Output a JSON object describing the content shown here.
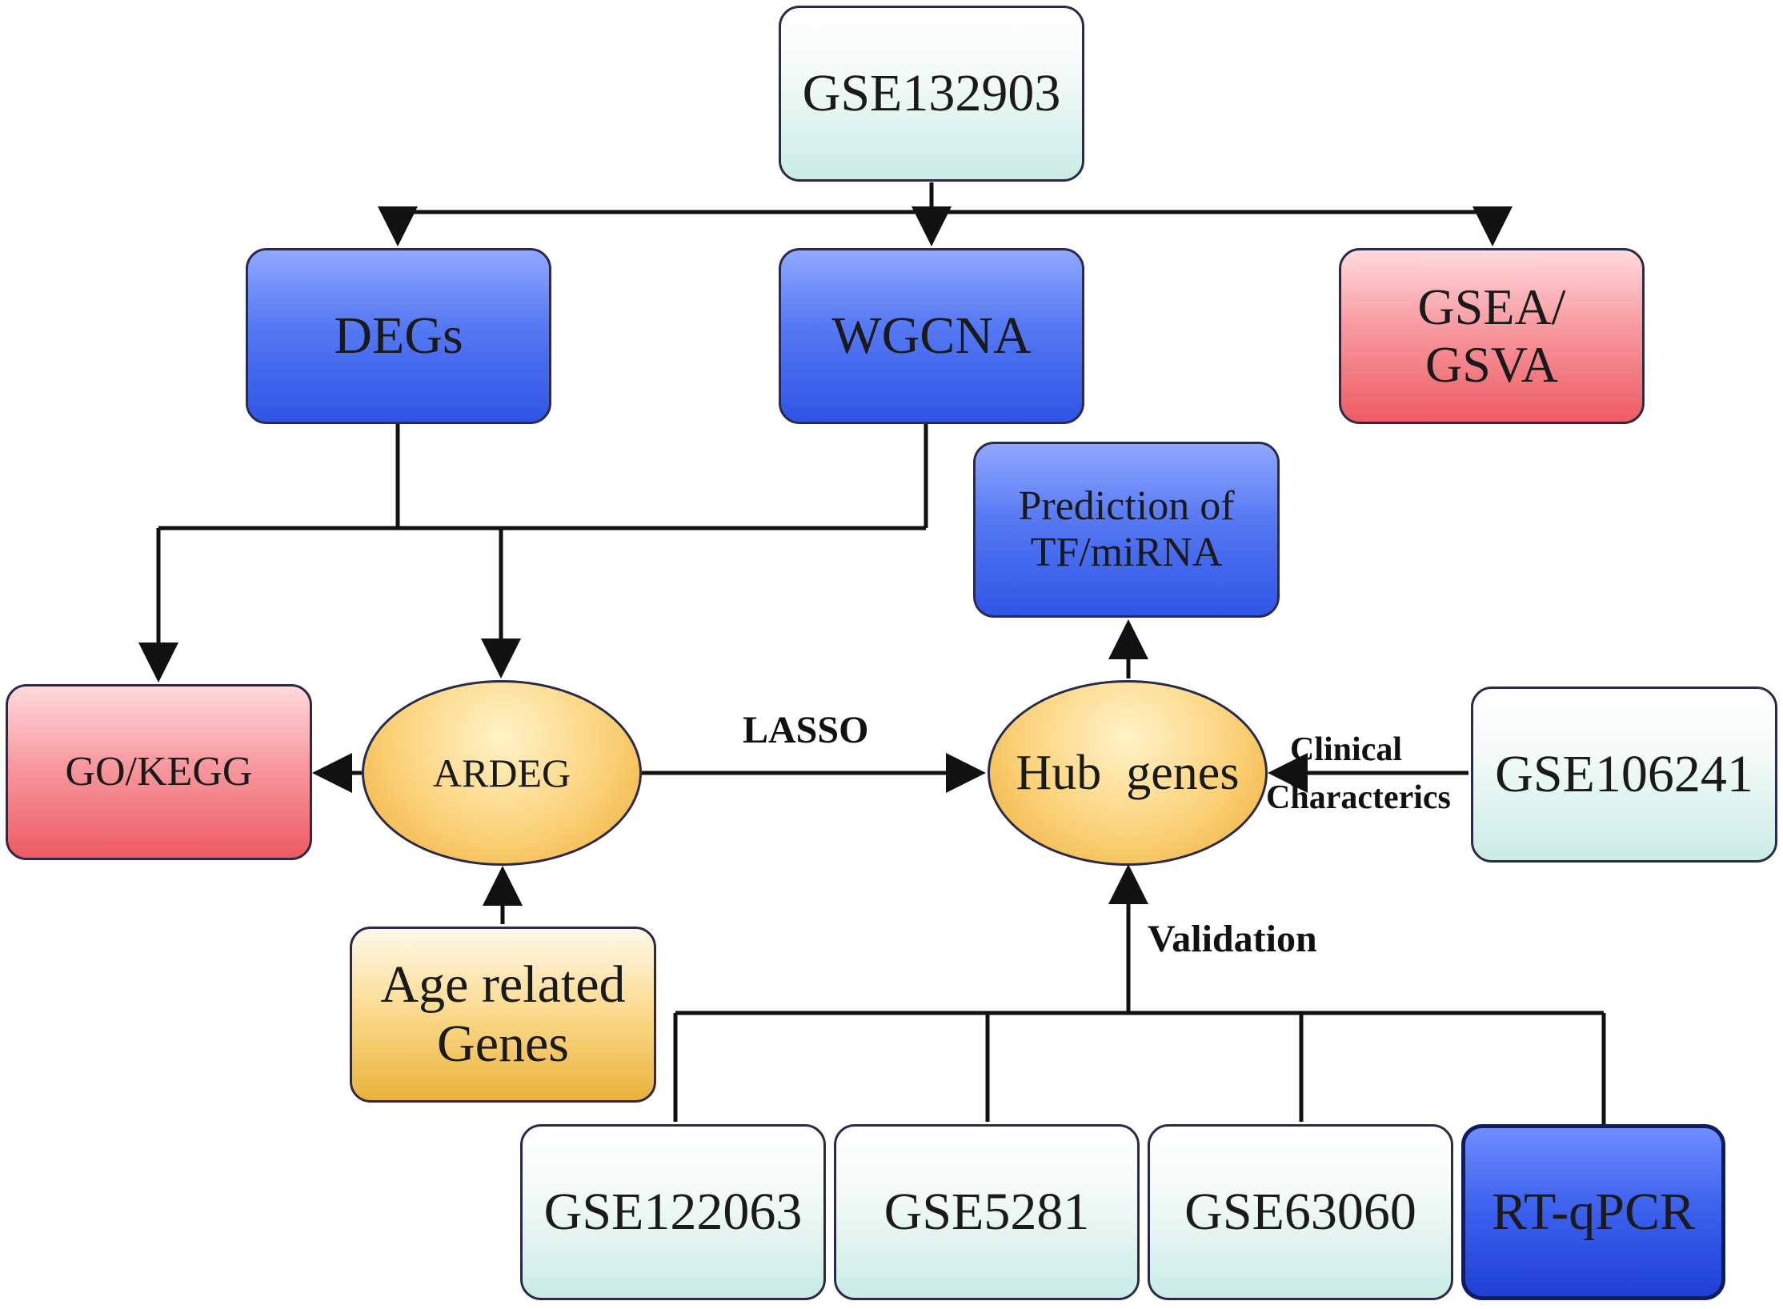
{
  "nodes": {
    "gse132903": "GSE132903",
    "degs": "DEGs",
    "wgcna": "WGCNA",
    "gsea_line1": "GSEA/",
    "gsea_line2": "GSVA",
    "prediction_line1": "Prediction of",
    "prediction_line2": "TF/miRNA",
    "go_kegg": "GO/KEGG",
    "ardeg": "ARDEG",
    "hub_genes": "Hub  genes",
    "gse106241": "GSE106241",
    "age_line1": "Age related",
    "age_line2": "Genes",
    "gse122063": "GSE122063",
    "gse5281": "GSE5281",
    "gse63060": "GSE63060",
    "rtqpcr": "RT-qPCR"
  },
  "edge_labels": {
    "lasso": "LASSO",
    "clinical_line1": "Clinical",
    "clinical_line2": "Characterics",
    "validation": "Validation"
  },
  "colors": {
    "blue_box": "#3e63ee",
    "red_box": "#ee5b62",
    "teal_box": "#c9ece4",
    "gold_box": "#eab23c",
    "line": "#111111"
  }
}
